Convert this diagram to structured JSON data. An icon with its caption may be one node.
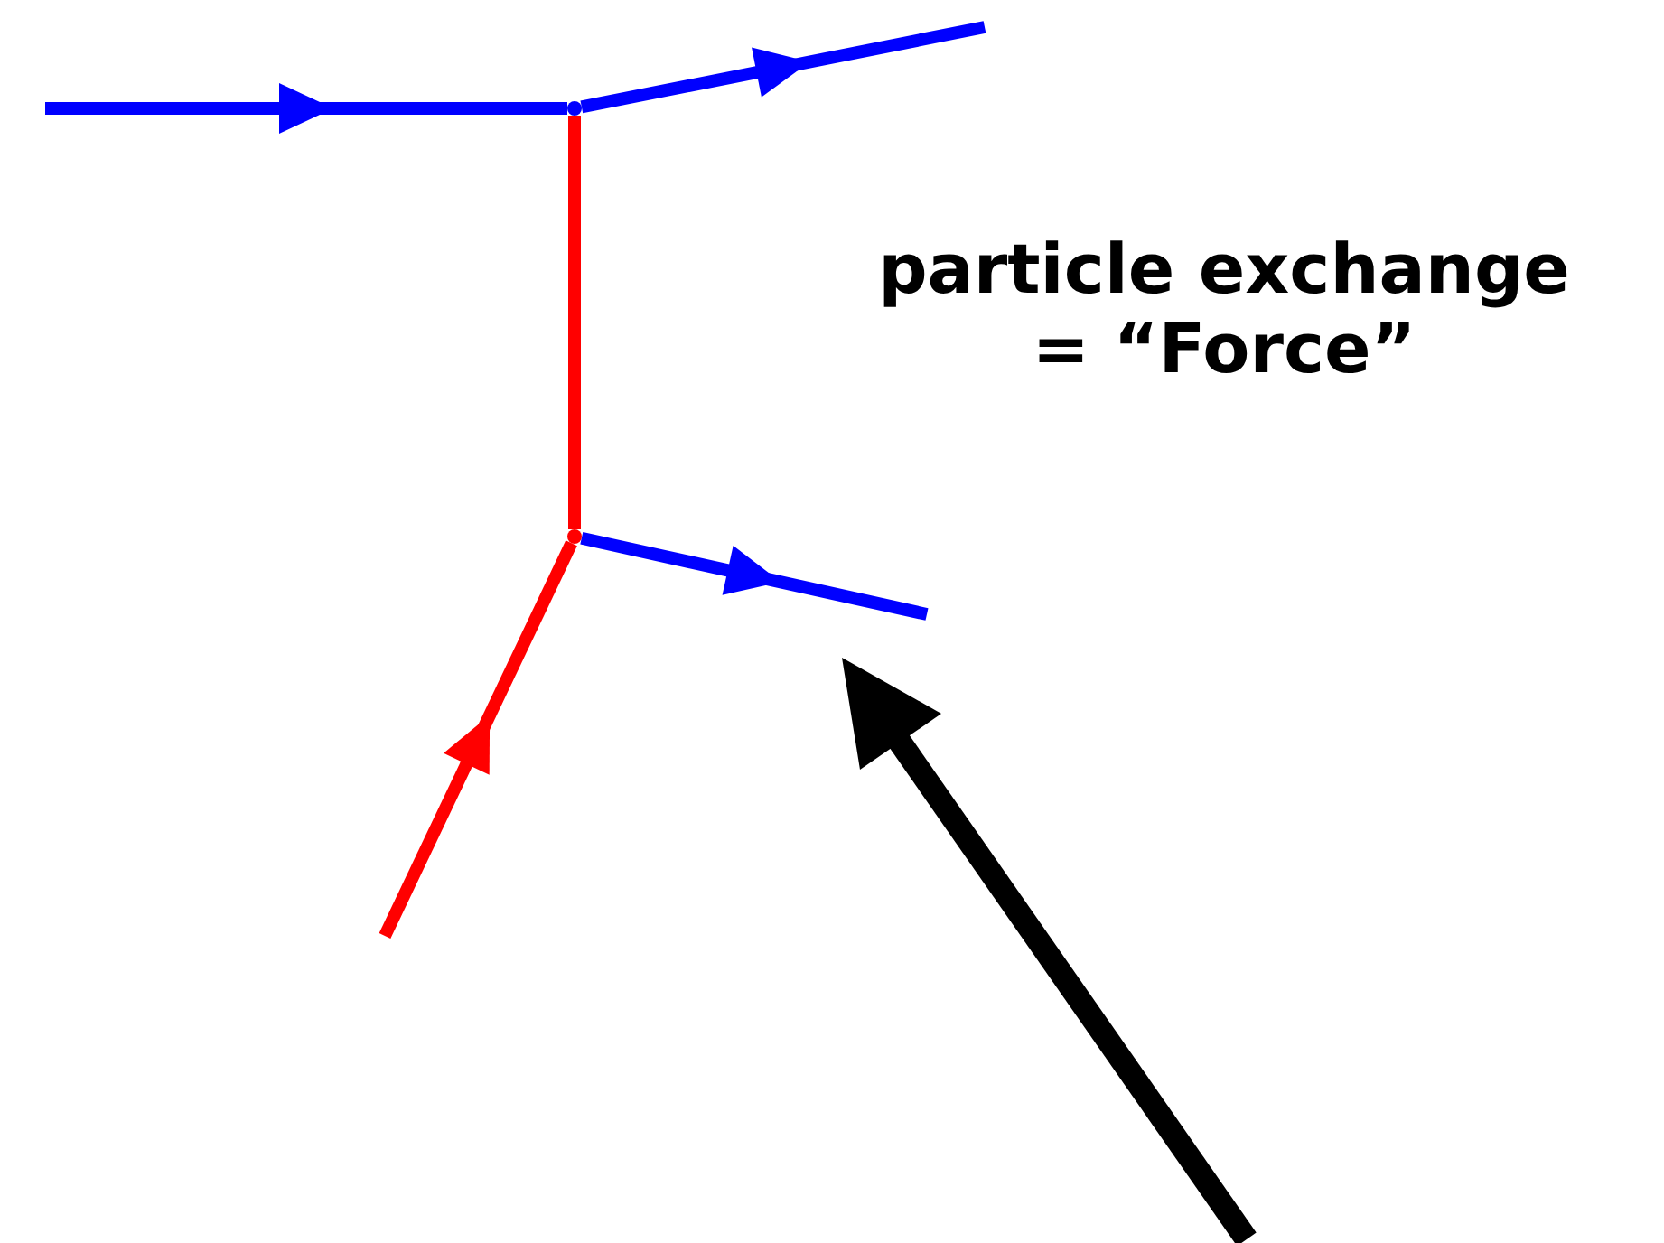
{
  "diagram": {
    "nodes": [
      {
        "text": [],
        "shape": "point"
      },
      {
        "text": [],
        "shape": "point"
      }
    ],
    "edges": [
      {
        "from": null,
        "to": 0,
        "arrow": "to",
        "color": "#0000ff"
      },
      {
        "from": 0,
        "to": null,
        "arrow": "to",
        "color": "#0000ff"
      },
      {
        "from": 0,
        "to": 1,
        "arrow": "none",
        "color": "#ff0000"
      },
      {
        "from": null,
        "to": 1,
        "arrow": "to",
        "color": "#ff0000"
      },
      {
        "from": 1,
        "to": null,
        "arrow": "to",
        "color": "#0000ff"
      }
    ],
    "labels": [
      "particle exchange = “Force”"
    ]
  }
}
